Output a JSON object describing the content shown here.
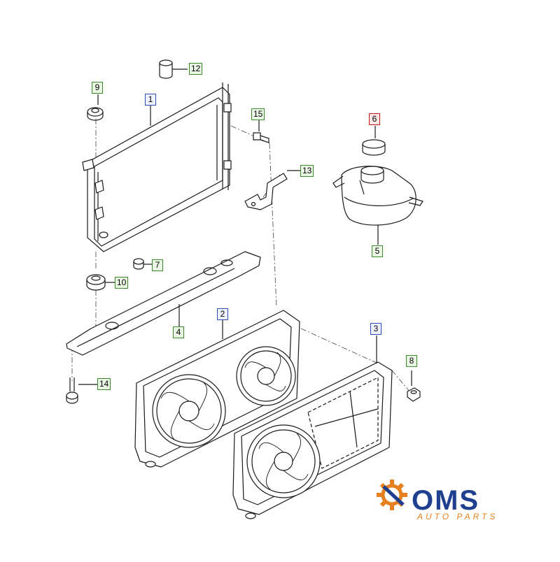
{
  "diagram": {
    "callouts": {
      "c1": "1",
      "c2": "2",
      "c3": "3",
      "c4": "4",
      "c5": "5",
      "c6": "6",
      "c7": "7",
      "c8": "8",
      "c9": "9",
      "c10": "10",
      "c12": "12",
      "c13": "13",
      "c14": "14",
      "c15": "15"
    },
    "highlighted_callout": "6"
  },
  "logo": {
    "brand": "OMS",
    "tagline": "AUTO PARTS",
    "colors": {
      "gear": "#e6801e",
      "text": "#1f3f8f"
    }
  }
}
